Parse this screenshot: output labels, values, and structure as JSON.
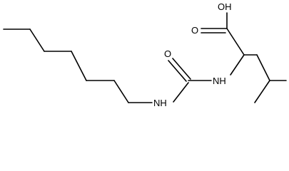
{
  "molecule": {
    "atoms": {
      "hydroxyl": "OH",
      "carbonyl_oxygen_acid": "O",
      "carbonyl_oxygen_urea": "O",
      "amide_nitrogen_right": "NH",
      "amide_nitrogen_left": "NH"
    }
  }
}
